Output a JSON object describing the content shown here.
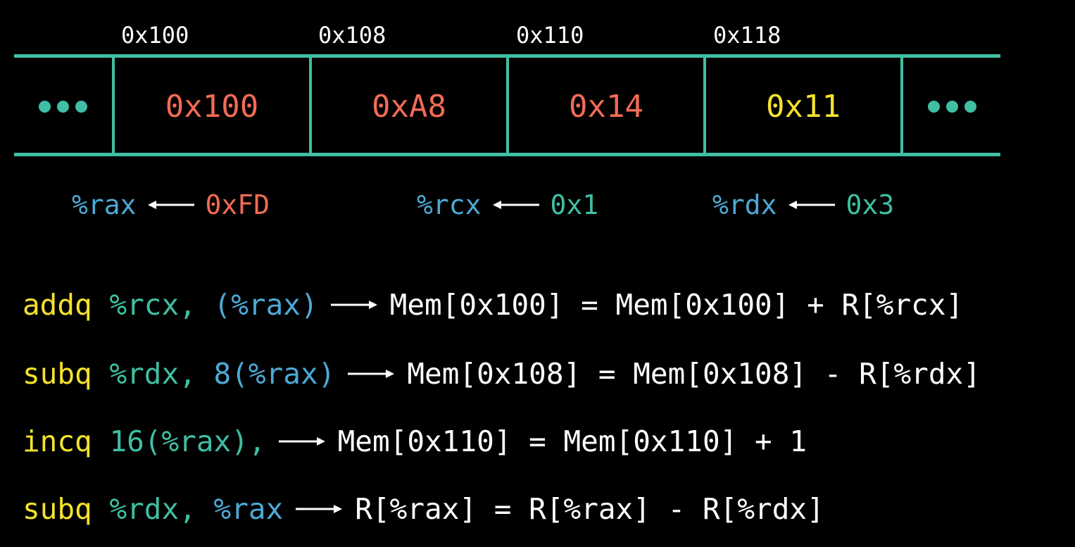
{
  "colors": {
    "background": "#000000",
    "teal": "#3fbfa3",
    "blue": "#4da9d6",
    "red": "#f26b55",
    "yellow": "#f5e22b",
    "white": "#ffffff"
  },
  "memory": {
    "addresses": [
      "0x100",
      "0x108",
      "0x110",
      "0x118"
    ],
    "cells": [
      {
        "value": "0x100",
        "color": "#f26b55"
      },
      {
        "value": "0xA8",
        "color": "#f26b55"
      },
      {
        "value": "0x14",
        "color": "#f26b55"
      },
      {
        "value": "0x11",
        "color": "#f5e22b"
      }
    ]
  },
  "registers": [
    {
      "name": "%rax",
      "value": "0xFD"
    },
    {
      "name": "%rcx",
      "value": "0x1"
    },
    {
      "name": "%rdx",
      "value": "0x3"
    }
  ],
  "instructions": [
    {
      "op": "addq",
      "parts": [
        {
          "text": "%rcx, ",
          "color": "#3fbfa3"
        },
        {
          "text": "(%rax)",
          "color": "#4da9d6"
        }
      ],
      "result": "Mem[0x100] = Mem[0x100] + R[%rcx]"
    },
    {
      "op": "subq",
      "parts": [
        {
          "text": "%rdx, ",
          "color": "#3fbfa3"
        },
        {
          "text": "8(%rax)",
          "color": "#4da9d6"
        }
      ],
      "result": "Mem[0x108] = Mem[0x108] - R[%rdx]"
    },
    {
      "op": "incq",
      "parts": [
        {
          "text": "16(%rax),",
          "color": "#3fbfa3"
        }
      ],
      "result": "Mem[0x110] = Mem[0x110] + 1"
    },
    {
      "op": "subq",
      "parts": [
        {
          "text": "%rdx, ",
          "color": "#3fbfa3"
        },
        {
          "text": "%rax",
          "color": "#4da9d6"
        }
      ],
      "result": "R[%rax] = R[%rax] - R[%rdx]"
    }
  ]
}
